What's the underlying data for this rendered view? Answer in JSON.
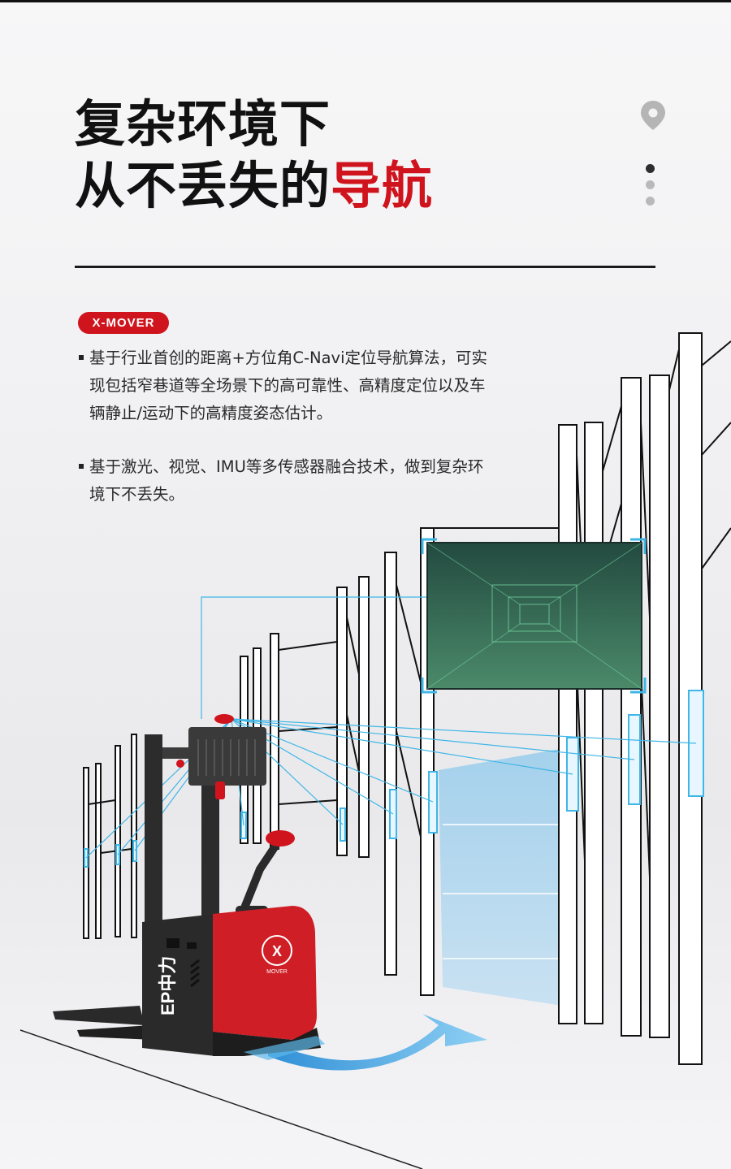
{
  "header": {
    "title_line1": "复杂环境下",
    "title_line2_prefix": "从不丢失的",
    "title_line2_highlight": "导航"
  },
  "nav": {
    "location_icon": "map-pin-icon",
    "dots": [
      "active",
      "inactive",
      "inactive"
    ]
  },
  "badge": {
    "label": "X-MOVER"
  },
  "bullets": [
    {
      "text": "基于行业首创的距离+方位角C-Navi定位导航算法，可实现包括窄巷道等全场景下的高可靠性、高精度定位以及车辆静止/运动下的高精度姿态估计。"
    },
    {
      "text": "基于激光、视觉、IMU等多传感器融合技术，做到复杂环境下不丢失。"
    }
  ],
  "illustration": {
    "brand_text": "EP中力",
    "logo_text": "X",
    "logo_subtext": "MOVER"
  },
  "colors": {
    "accent_red": "#d0141d",
    "sensor_blue": "#3fb6e6",
    "text_dark": "#111111"
  }
}
